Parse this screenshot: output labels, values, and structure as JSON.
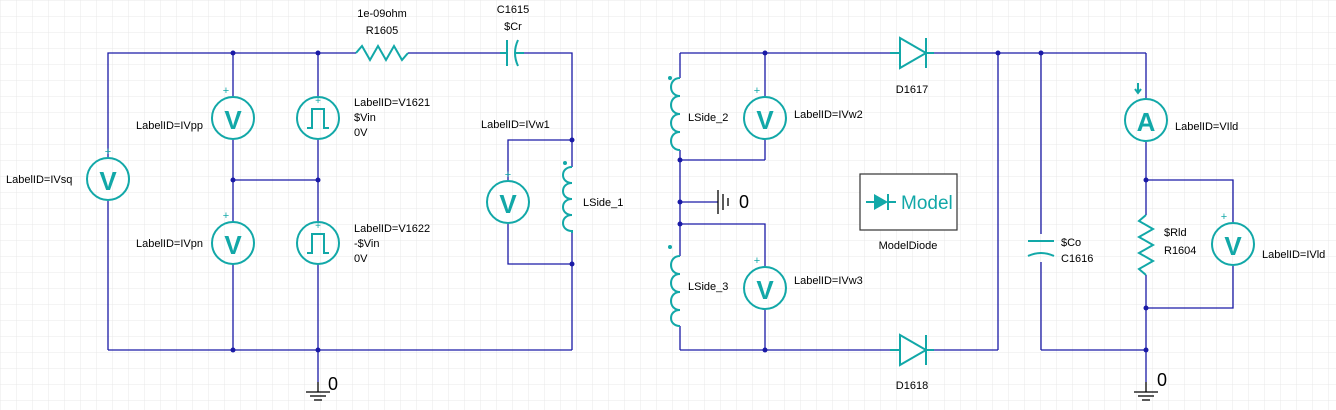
{
  "labels": {
    "r1605_value": "1e-09ohm",
    "r1605_name": "R1605",
    "c1615_name": "C1615",
    "c1615_value": "$Cr",
    "vsq": "LabelID=IVsq",
    "vpp": "LabelID=IVpp",
    "vpn": "LabelID=IVpn",
    "v1621_id": "LabelID=V1621",
    "v1621_val": "$Vin",
    "v1621_off": "0V",
    "v1622_id": "LabelID=V1622",
    "v1622_val": "-$Vin",
    "v1622_off": "0V",
    "vw1": "LabelID=IVw1",
    "lside1": "LSide_1",
    "lside2": "LSide_2",
    "lside3": "LSide_3",
    "vw2": "LabelID=IVw2",
    "vw3": "LabelID=IVw3",
    "gnd_mid": "0",
    "gnd_left": "0",
    "gnd_right": "0",
    "d1617": "D1617",
    "d1618": "D1618",
    "model_text": "Model",
    "model_name": "ModelDiode",
    "co_value": "$Co",
    "co_name": "C1616",
    "ild": "LabelID=VIld",
    "rld_value": "$Rld",
    "rld_name": "R1604",
    "vld": "LabelID=IVld"
  },
  "meter_letters": {
    "voltmeter": "V",
    "ammeter": "A"
  },
  "icons": {
    "voltmeter": "voltmeter-icon",
    "ammeter": "ammeter-icon",
    "pulse_source": "pulse-source-icon",
    "resistor": "resistor-icon",
    "capacitor": "capacitor-icon",
    "inductor": "inductor-icon",
    "diode": "diode-icon",
    "ground": "ground-icon"
  },
  "colors": {
    "wire": "#1a1aa6",
    "component": "#12a8a8",
    "grid": "#e6e6e6",
    "text": "#000000"
  }
}
